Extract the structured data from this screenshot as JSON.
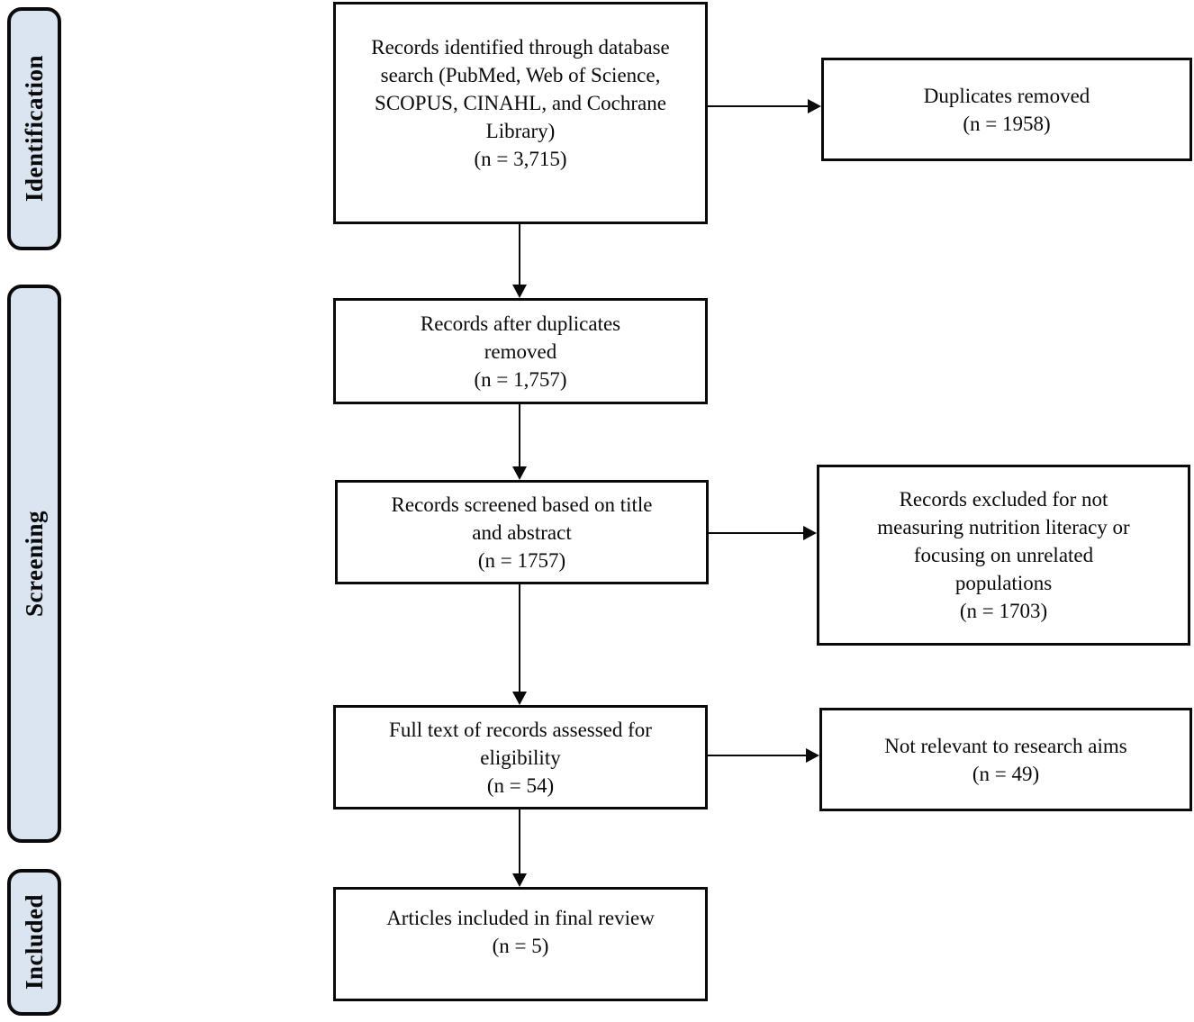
{
  "stages": [
    {
      "label": "Identification"
    },
    {
      "label": "Screening"
    },
    {
      "label": "Included"
    }
  ],
  "boxes": {
    "identified": {
      "text": "Records identified through database\nsearch (PubMed, Web of Science,\nSCOPUS, CINAHL, and Cochrane\nLibrary)\n(n = 3,715)",
      "count": "3,715"
    },
    "duplicates_removed": {
      "text": "Duplicates removed\n(n = 1958)",
      "count": "1958"
    },
    "after_duplicates": {
      "text": "Records after duplicates\nremoved\n(n = 1,757)",
      "count": "1,757"
    },
    "screened": {
      "text": "Records screened based on title\nand abstract\n(n = 1757)",
      "count": "1757"
    },
    "excluded": {
      "text": "Records excluded for not\nmeasuring nutrition literacy or\nfocusing on unrelated\npopulations\n(n = 1703)",
      "count": "1703"
    },
    "full_text": {
      "text": "Full text of records assessed for\neligibility\n(n = 54)",
      "count": "54"
    },
    "not_relevant": {
      "text": "Not relevant to research aims\n(n = 49)",
      "count": "49"
    },
    "included_final": {
      "text": "Articles included in final review\n(n = 5)",
      "count": "5"
    }
  },
  "colors": {
    "stage_fill": "#dbe5f1",
    "line": "#0a0a0a",
    "background": "#ffffff"
  }
}
